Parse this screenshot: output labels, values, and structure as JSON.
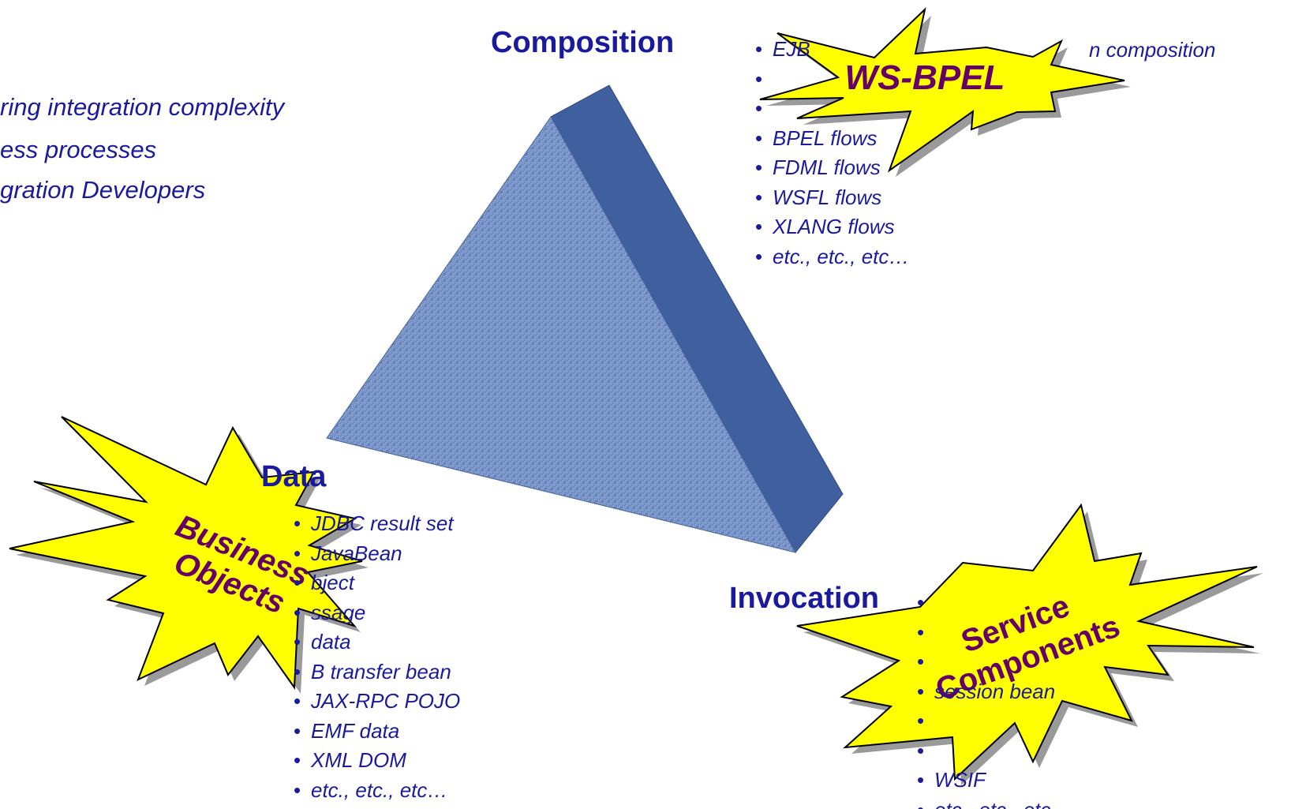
{
  "intro": {
    "lines": [
      "ring integration complexity",
      "ess processes",
      "gration Developers"
    ]
  },
  "composition": {
    "heading": "Composition",
    "items": [
      "EJB",
      "",
      "",
      "BPEL flows",
      "FDML flows",
      "WSFL flows",
      "XLANG flows",
      "etc., etc., etc…"
    ],
    "partial_text": "n composition"
  },
  "data": {
    "heading": "Data",
    "items": [
      "JDBC result set",
      "JavaBean",
      "bject",
      "ssage",
      "data",
      "B transfer bean",
      "JAX-RPC POJO",
      "EMF data",
      "XML DOM",
      "etc., etc., etc…"
    ]
  },
  "invocation": {
    "heading": "Invocation",
    "items": [
      "",
      "",
      "",
      "session bean",
      "",
      "",
      "WSIF",
      "etc., etc., etc…"
    ]
  },
  "bursts": {
    "wsbpel": "WS-BPEL",
    "business_line1": "Business",
    "business_line2": "Objects",
    "service_line1": "Service",
    "service_line2": "Components"
  },
  "colors": {
    "text_blue": "#1a1a9c",
    "burst_fill": "#ffff00",
    "burst_text": "#660066",
    "burst_shadow": "#9a9a9a",
    "pyramid_face": "#6c89c2",
    "pyramid_side": "#3f5f9e"
  }
}
